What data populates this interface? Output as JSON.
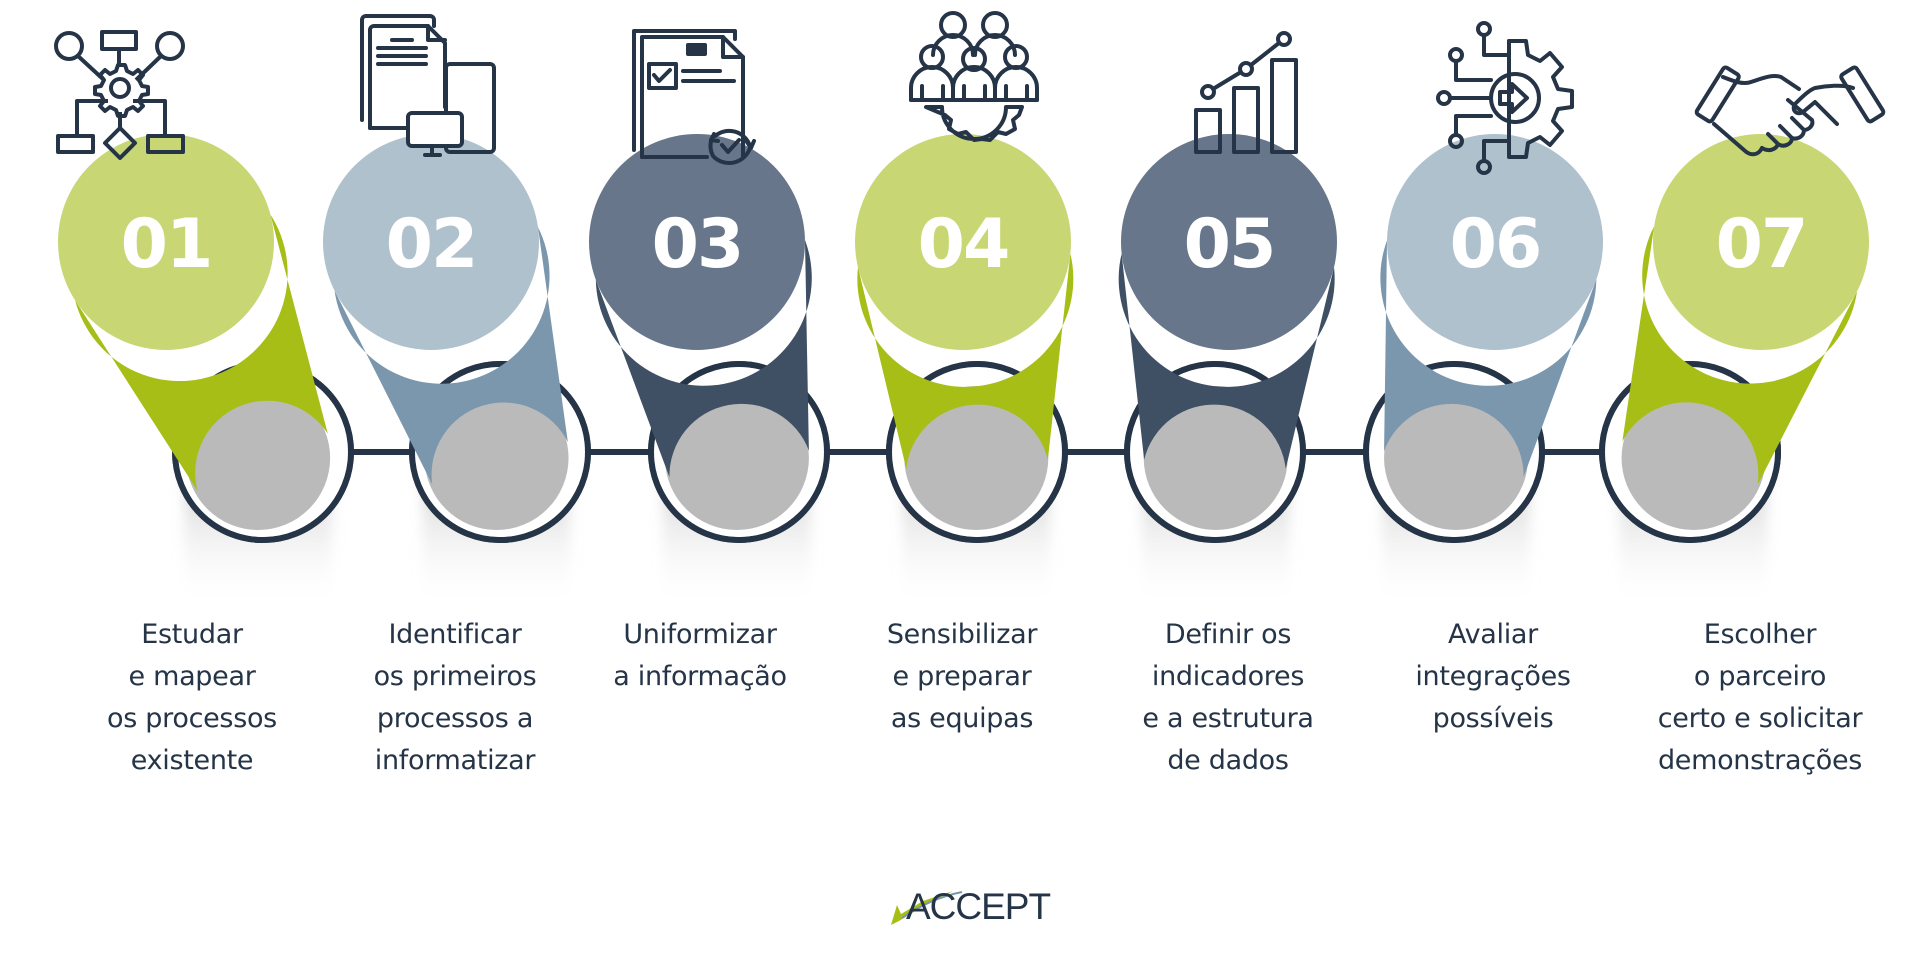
{
  "colors": {
    "ink": "#253447",
    "green_top": "#c8d774",
    "green_body": "#a7be16",
    "lightblue_top": "#afc1cd",
    "lightblue_body": "#7b97ad",
    "slate_top": "#67768a",
    "slate_body": "#3f5064",
    "ring": "#253447",
    "background": "#ffffff"
  },
  "steps": [
    {
      "number": "01",
      "theme": "green",
      "icon": "process-flow-gear-icon",
      "label_lines": [
        "Estudar",
        "e mapear",
        "os processos",
        "existente"
      ]
    },
    {
      "number": "02",
      "theme": "lightblue",
      "icon": "documents-devices-icon",
      "label_lines": [
        "Identificar",
        "os primeiros",
        "processos a",
        "informatizar"
      ]
    },
    {
      "number": "03",
      "theme": "slate",
      "icon": "checklist-document-sync-icon",
      "label_lines": [
        "Uniformizar",
        "a informação"
      ]
    },
    {
      "number": "04",
      "theme": "green",
      "icon": "team-gear-icon",
      "label_lines": [
        "Sensibilizar",
        "e preparar",
        "as equipas"
      ]
    },
    {
      "number": "05",
      "theme": "slate",
      "icon": "bar-chart-growth-icon",
      "label_lines": [
        "Definir os",
        "indicadores",
        "e a estrutura",
        "de dados"
      ]
    },
    {
      "number": "06",
      "theme": "lightblue",
      "icon": "gear-integration-circuit-icon",
      "label_lines": [
        "Avaliar",
        "integrações",
        "possíveis"
      ]
    },
    {
      "number": "07",
      "theme": "green",
      "icon": "handshake-icon",
      "label_lines": [
        "Escolher",
        "o parceiro",
        "certo e solicitar",
        "demonstrações"
      ]
    }
  ],
  "logo": {
    "text": "ACCEPT",
    "mark": "check-swoosh"
  }
}
